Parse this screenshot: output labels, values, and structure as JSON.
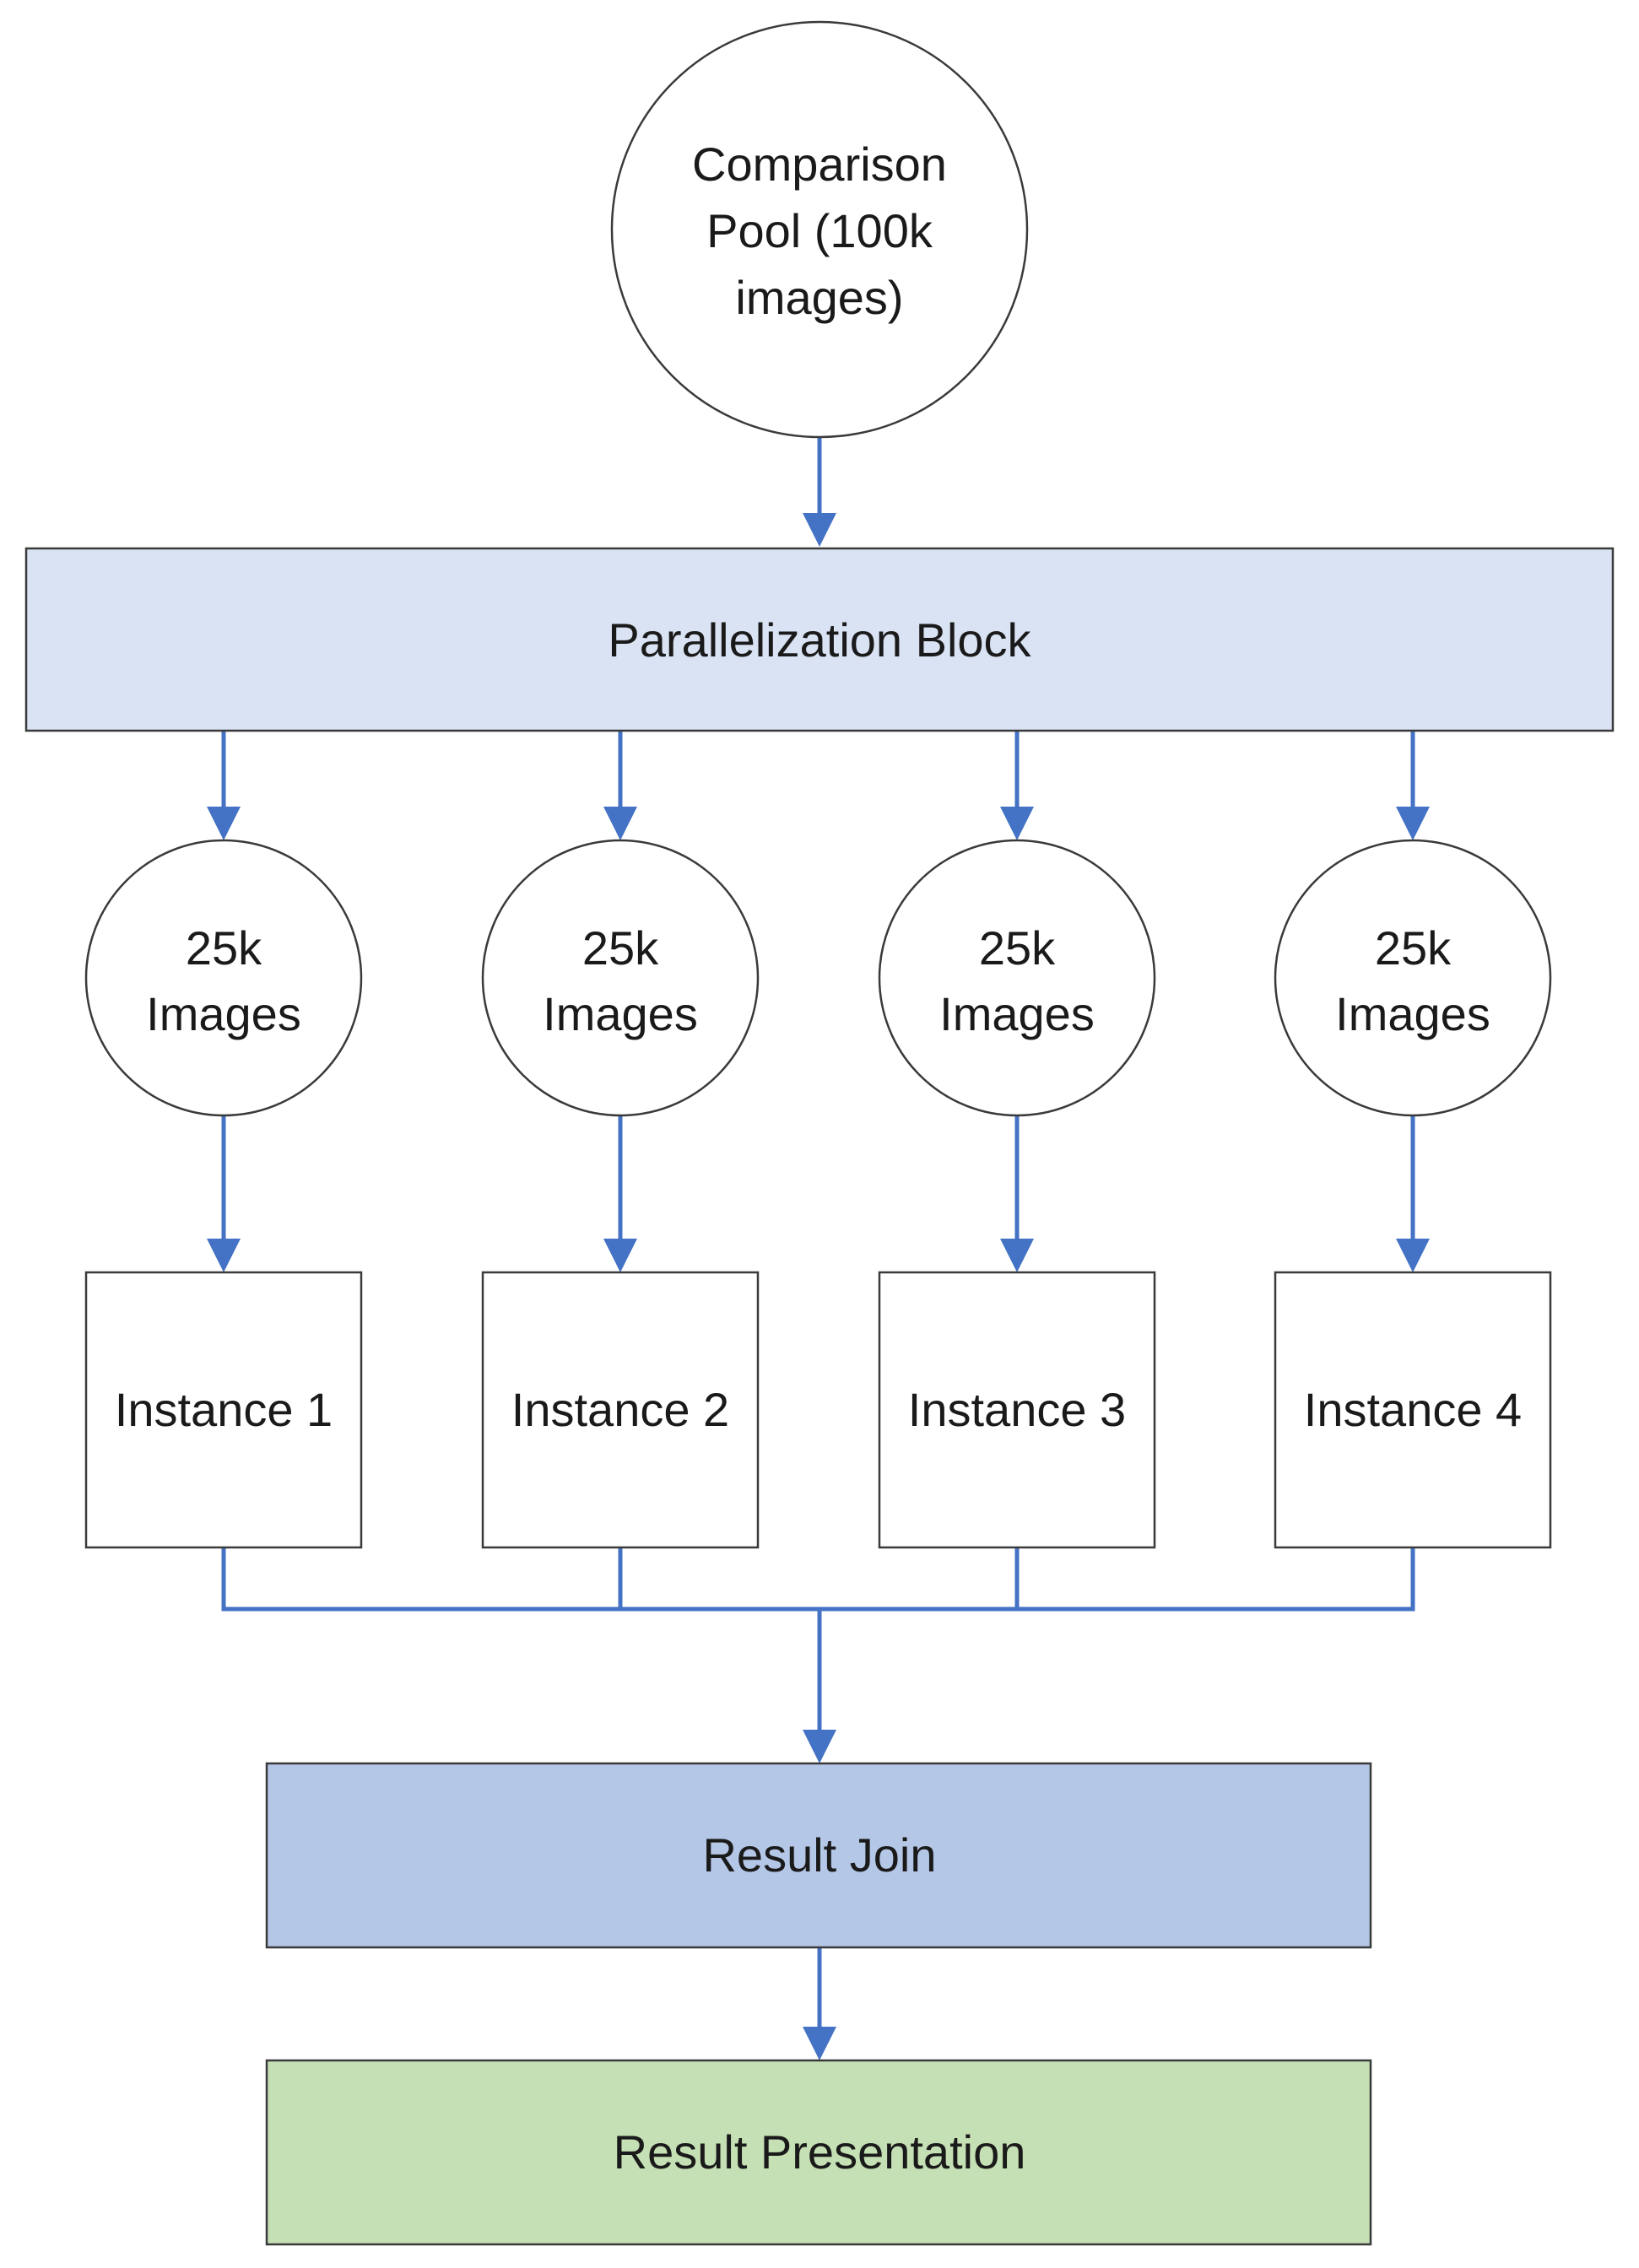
{
  "nodes": {
    "pool": {
      "lines": [
        "Comparison",
        "Pool (100k",
        "images)"
      ]
    },
    "parallel": {
      "label": "Parallelization Block"
    },
    "shards": [
      {
        "lines": [
          "25k",
          "Images"
        ]
      },
      {
        "lines": [
          "25k",
          "Images"
        ]
      },
      {
        "lines": [
          "25k",
          "Images"
        ]
      },
      {
        "lines": [
          "25k",
          "Images"
        ]
      }
    ],
    "instances": [
      {
        "label": "Instance 1"
      },
      {
        "label": "Instance 2"
      },
      {
        "label": "Instance 3"
      },
      {
        "label": "Instance 4"
      }
    ],
    "join": {
      "label": "Result Join"
    },
    "presentation": {
      "label": "Result Presentation"
    }
  },
  "colors": {
    "parallel_fill": "#dae3f3",
    "join_fill": "#b4c7e7",
    "presentation_fill": "#c5e0b4",
    "arrow": "#4472c4",
    "node_fill": "#ffffff"
  }
}
